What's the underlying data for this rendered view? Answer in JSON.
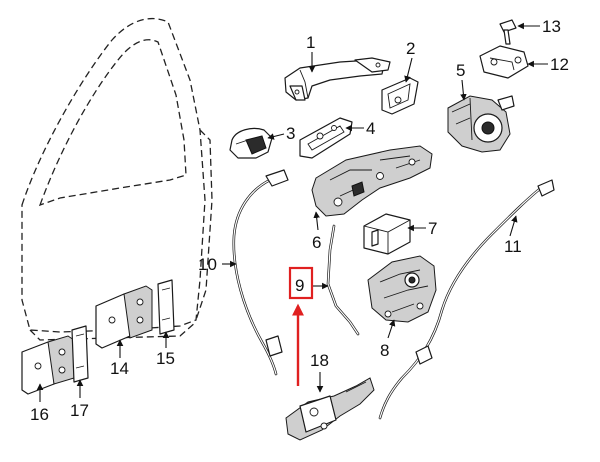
{
  "callouts": [
    {
      "id": "1",
      "text": "1"
    },
    {
      "id": "2",
      "text": "2"
    },
    {
      "id": "3",
      "text": "3"
    },
    {
      "id": "4",
      "text": "4"
    },
    {
      "id": "5",
      "text": "5"
    },
    {
      "id": "6",
      "text": "6"
    },
    {
      "id": "7",
      "text": "7"
    },
    {
      "id": "8",
      "text": "8"
    },
    {
      "id": "9",
      "text": "9"
    },
    {
      "id": "10",
      "text": "10"
    },
    {
      "id": "11",
      "text": "11"
    },
    {
      "id": "12",
      "text": "12"
    },
    {
      "id": "13",
      "text": "13"
    },
    {
      "id": "14",
      "text": "14"
    },
    {
      "id": "15",
      "text": "15"
    },
    {
      "id": "16",
      "text": "16"
    },
    {
      "id": "17",
      "text": "17"
    },
    {
      "id": "18",
      "text": "18"
    }
  ],
  "highlight": {
    "callout": "9",
    "box_color": "#e02020",
    "arrow_color": "#e02020"
  }
}
